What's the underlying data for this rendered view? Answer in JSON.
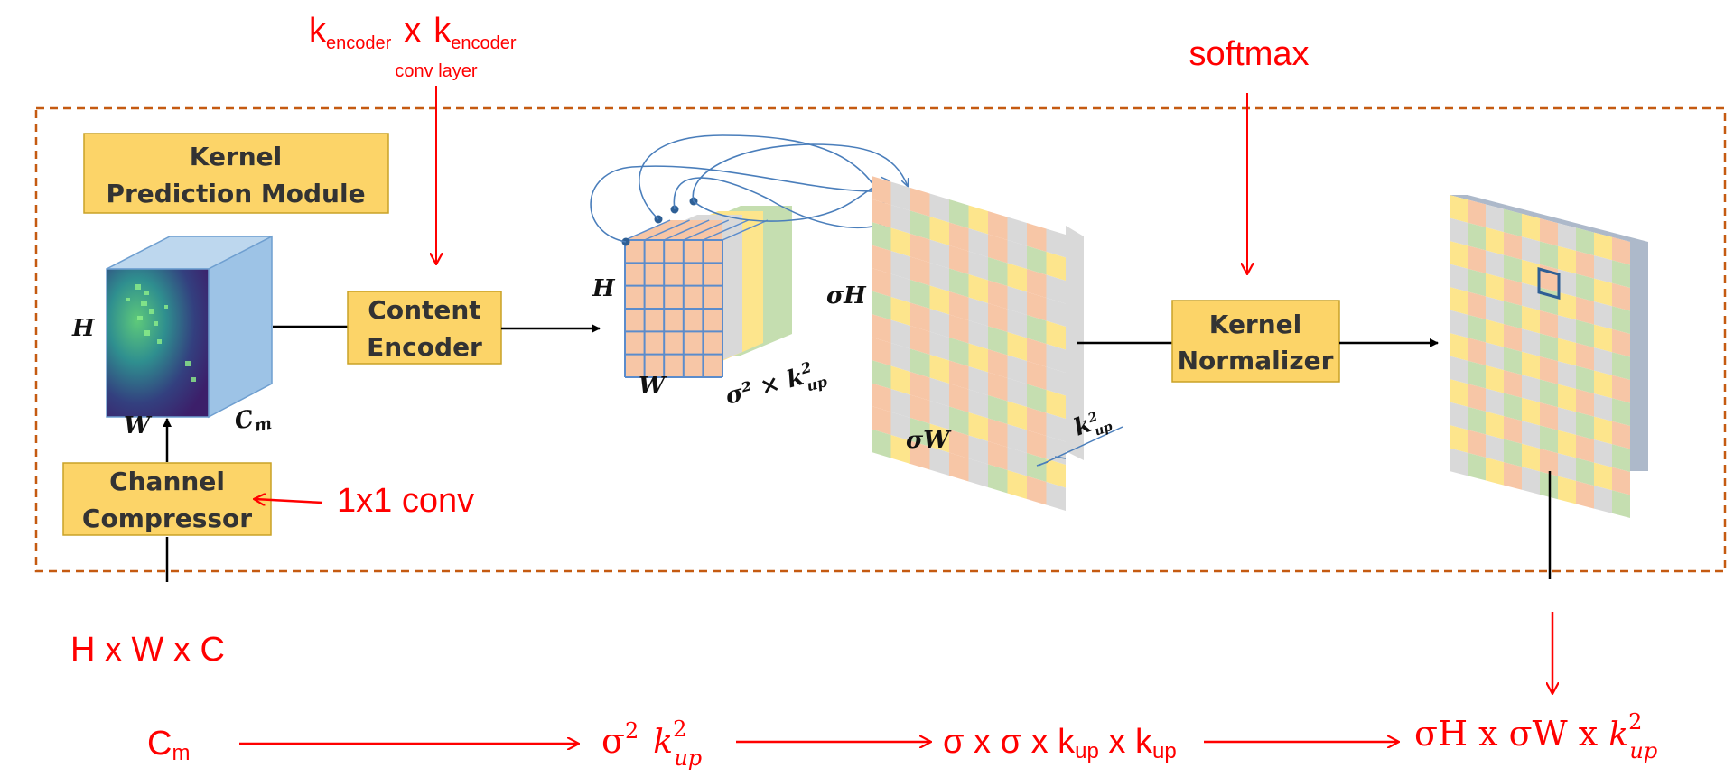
{
  "module_title": [
    "Kernel",
    "Prediction Module"
  ],
  "boxes": {
    "content_encoder": [
      "Content",
      "Encoder"
    ],
    "kernel_normalizer": [
      "Kernel",
      "Normalizer"
    ],
    "channel_compressor": [
      "Channel",
      "Compressor"
    ]
  },
  "annotations": {
    "encoder_k": "k",
    "encoder_sub": "encoder",
    "encoder_x": "x",
    "conv_layer": "conv layer",
    "softmax": "softmax",
    "conv1x1": "1x1 conv",
    "input_shape": "H x W x C"
  },
  "dims": {
    "input_h": "H",
    "input_w": "W",
    "input_c": "C",
    "input_c_sub": "m",
    "pred_h": "H",
    "pred_w": "W",
    "pred_depth": "σ² × k",
    "pred_depth_sup": "2",
    "pred_depth_sub": "up",
    "up_h": "σH",
    "up_w": "σW",
    "up_k": "k",
    "up_k_sup": "2",
    "up_k_sub": "up"
  },
  "flow": {
    "cm": "C",
    "cm_sub": "m",
    "sigma2": "σ",
    "sigma2_sup": "2",
    "sigma2_k": "k",
    "sigma2_k_sup": "2",
    "sigma2_k_sub": "up",
    "mid_a": "σ x σ x k",
    "mid_sub1": "up",
    "mid_b": " x k",
    "mid_sub2": "up",
    "out_a": "σH x σW x ",
    "out_k": "k",
    "out_k_sup": "2",
    "out_k_sub": "up"
  },
  "colors": {
    "box_fill": "#fcd468",
    "box_stroke": "#c9a227",
    "annotation": "#ff0000",
    "dashed_border": "#c55a11",
    "cube_face": "#9dc3e6",
    "grid_peach": "#f7c6a6",
    "grid_green": "#c5deb0",
    "grid_gray": "#d9d9d9",
    "grid_yellow": "#fde58c"
  }
}
